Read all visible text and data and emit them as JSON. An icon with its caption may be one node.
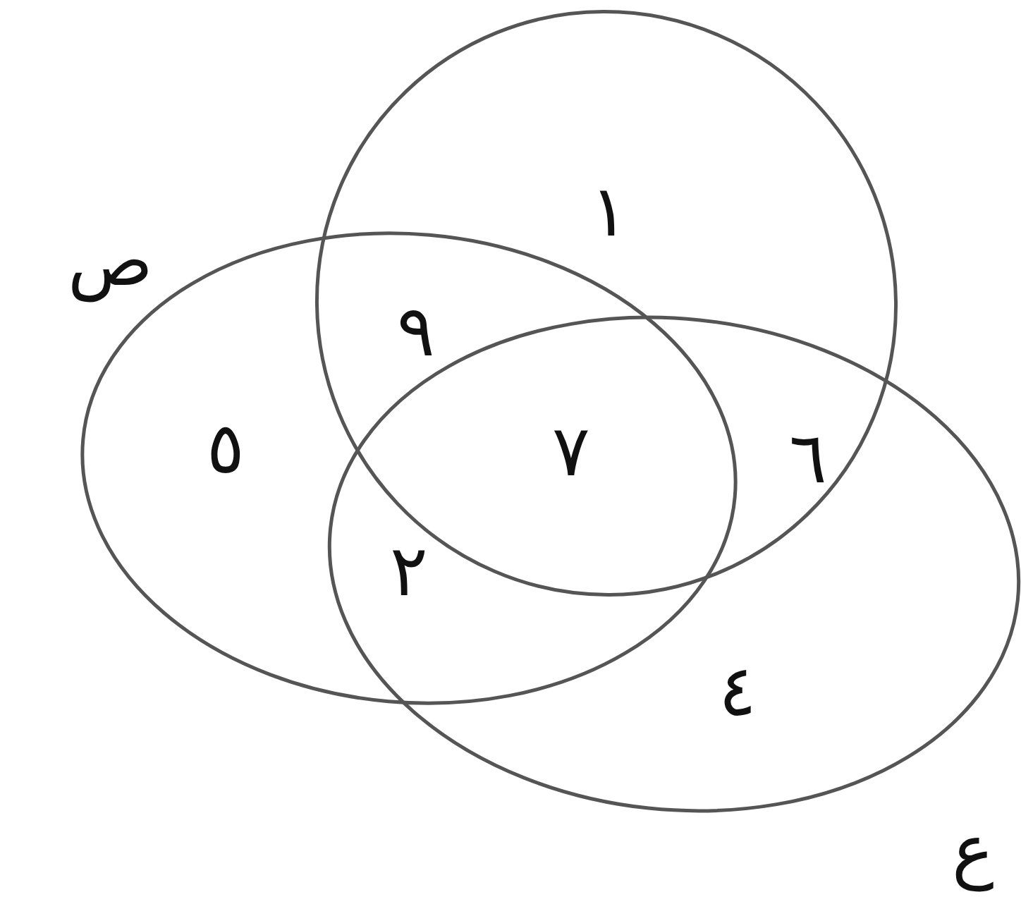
{
  "diagram": {
    "nodes": [
      {
        "text": [],
        "shape": "ellipse"
      },
      {
        "text": [],
        "shape": "ellipse",
        "beside": [
          "ص"
        ]
      },
      {
        "text": [],
        "shape": "ellipse",
        "beside": [
          "ع"
        ]
      }
    ],
    "labels": [
      "١",
      "٩",
      "٥",
      "٧",
      "٦",
      "٢",
      "٤"
    ]
  }
}
